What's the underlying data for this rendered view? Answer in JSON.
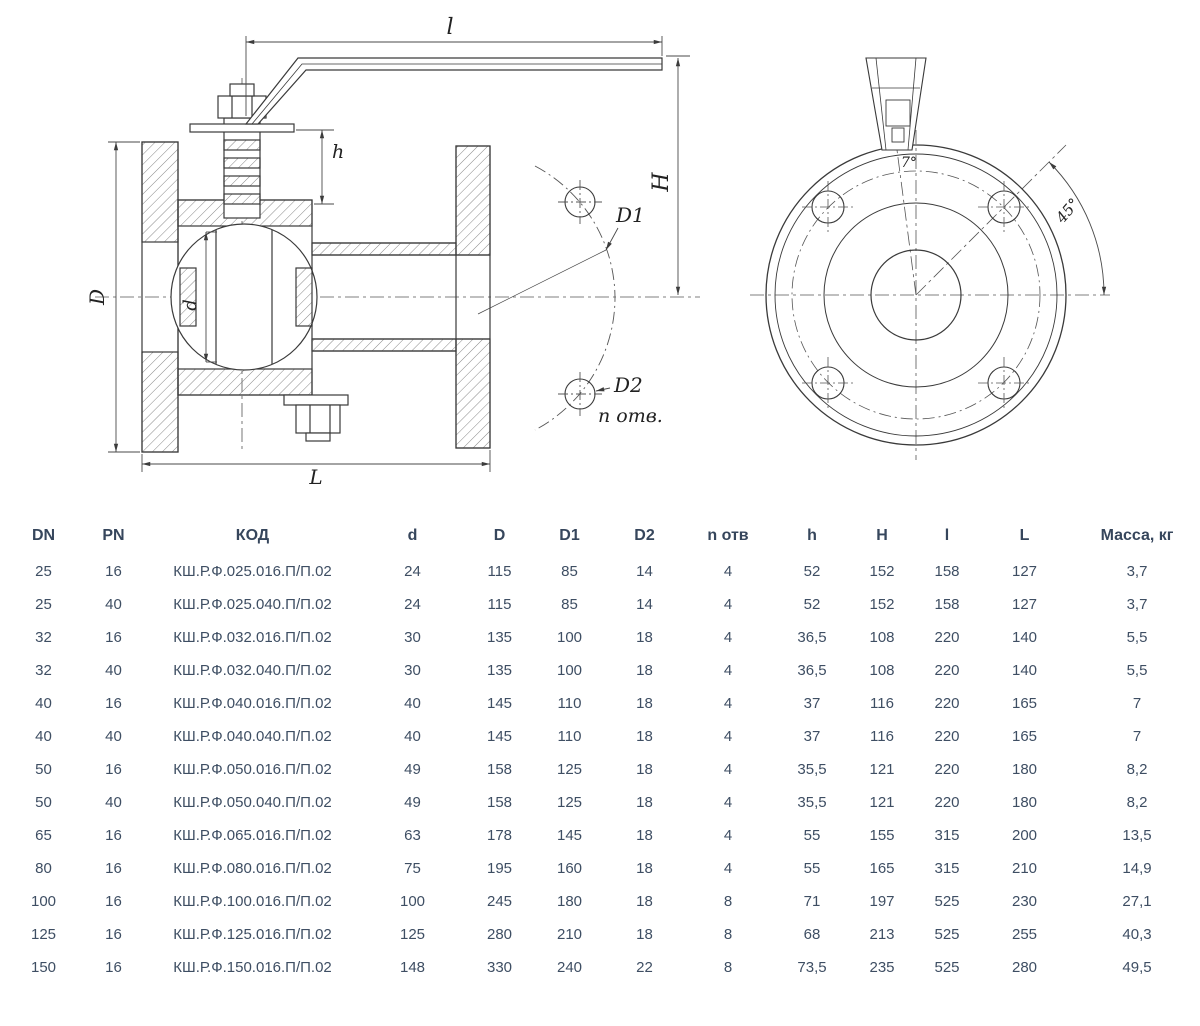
{
  "drawing": {
    "labels": {
      "l": "l",
      "h": "h",
      "H": "H",
      "D": "D",
      "d": "d",
      "D1": "D1",
      "D2": "D2",
      "n_holes": "n отв.",
      "L": "L",
      "angle_45": "45°",
      "angle_7": "7°"
    }
  },
  "table": {
    "headers": [
      "DN",
      "PN",
      "КОД",
      "d",
      "D",
      "D1",
      "D2",
      "n отв",
      "h",
      "H",
      "l",
      "L",
      "Масса, кг"
    ],
    "rows": [
      [
        "25",
        "16",
        "КШ.Р.Ф.025.016.П/П.02",
        "24",
        "115",
        "85",
        "14",
        "4",
        "52",
        "152",
        "158",
        "127",
        "3,7"
      ],
      [
        "25",
        "40",
        "КШ.Р.Ф.025.040.П/П.02",
        "24",
        "115",
        "85",
        "14",
        "4",
        "52",
        "152",
        "158",
        "127",
        "3,7"
      ],
      [
        "32",
        "16",
        "КШ.Р.Ф.032.016.П/П.02",
        "30",
        "135",
        "100",
        "18",
        "4",
        "36,5",
        "108",
        "220",
        "140",
        "5,5"
      ],
      [
        "32",
        "40",
        "КШ.Р.Ф.032.040.П/П.02",
        "30",
        "135",
        "100",
        "18",
        "4",
        "36,5",
        "108",
        "220",
        "140",
        "5,5"
      ],
      [
        "40",
        "16",
        "КШ.Р.Ф.040.016.П/П.02",
        "40",
        "145",
        "110",
        "18",
        "4",
        "37",
        "116",
        "220",
        "165",
        "7"
      ],
      [
        "40",
        "40",
        "КШ.Р.Ф.040.040.П/П.02",
        "40",
        "145",
        "110",
        "18",
        "4",
        "37",
        "116",
        "220",
        "165",
        "7"
      ],
      [
        "50",
        "16",
        "КШ.Р.Ф.050.016.П/П.02",
        "49",
        "158",
        "125",
        "18",
        "4",
        "35,5",
        "121",
        "220",
        "180",
        "8,2"
      ],
      [
        "50",
        "40",
        "КШ.Р.Ф.050.040.П/П.02",
        "49",
        "158",
        "125",
        "18",
        "4",
        "35,5",
        "121",
        "220",
        "180",
        "8,2"
      ],
      [
        "65",
        "16",
        "КШ.Р.Ф.065.016.П/П.02",
        "63",
        "178",
        "145",
        "18",
        "4",
        "55",
        "155",
        "315",
        "200",
        "13,5"
      ],
      [
        "80",
        "16",
        "КШ.Р.Ф.080.016.П/П.02",
        "75",
        "195",
        "160",
        "18",
        "4",
        "55",
        "165",
        "315",
        "210",
        "14,9"
      ],
      [
        "100",
        "16",
        "КШ.Р.Ф.100.016.П/П.02",
        "100",
        "245",
        "180",
        "18",
        "8",
        "71",
        "197",
        "525",
        "230",
        "27,1"
      ],
      [
        "125",
        "16",
        "КШ.Р.Ф.125.016.П/П.02",
        "125",
        "280",
        "210",
        "18",
        "8",
        "68",
        "213",
        "525",
        "255",
        "40,3"
      ],
      [
        "150",
        "16",
        "КШ.Р.Ф.150.016.П/П.02",
        "148",
        "330",
        "240",
        "22",
        "8",
        "73,5",
        "235",
        "525",
        "280",
        "49,5"
      ]
    ]
  }
}
